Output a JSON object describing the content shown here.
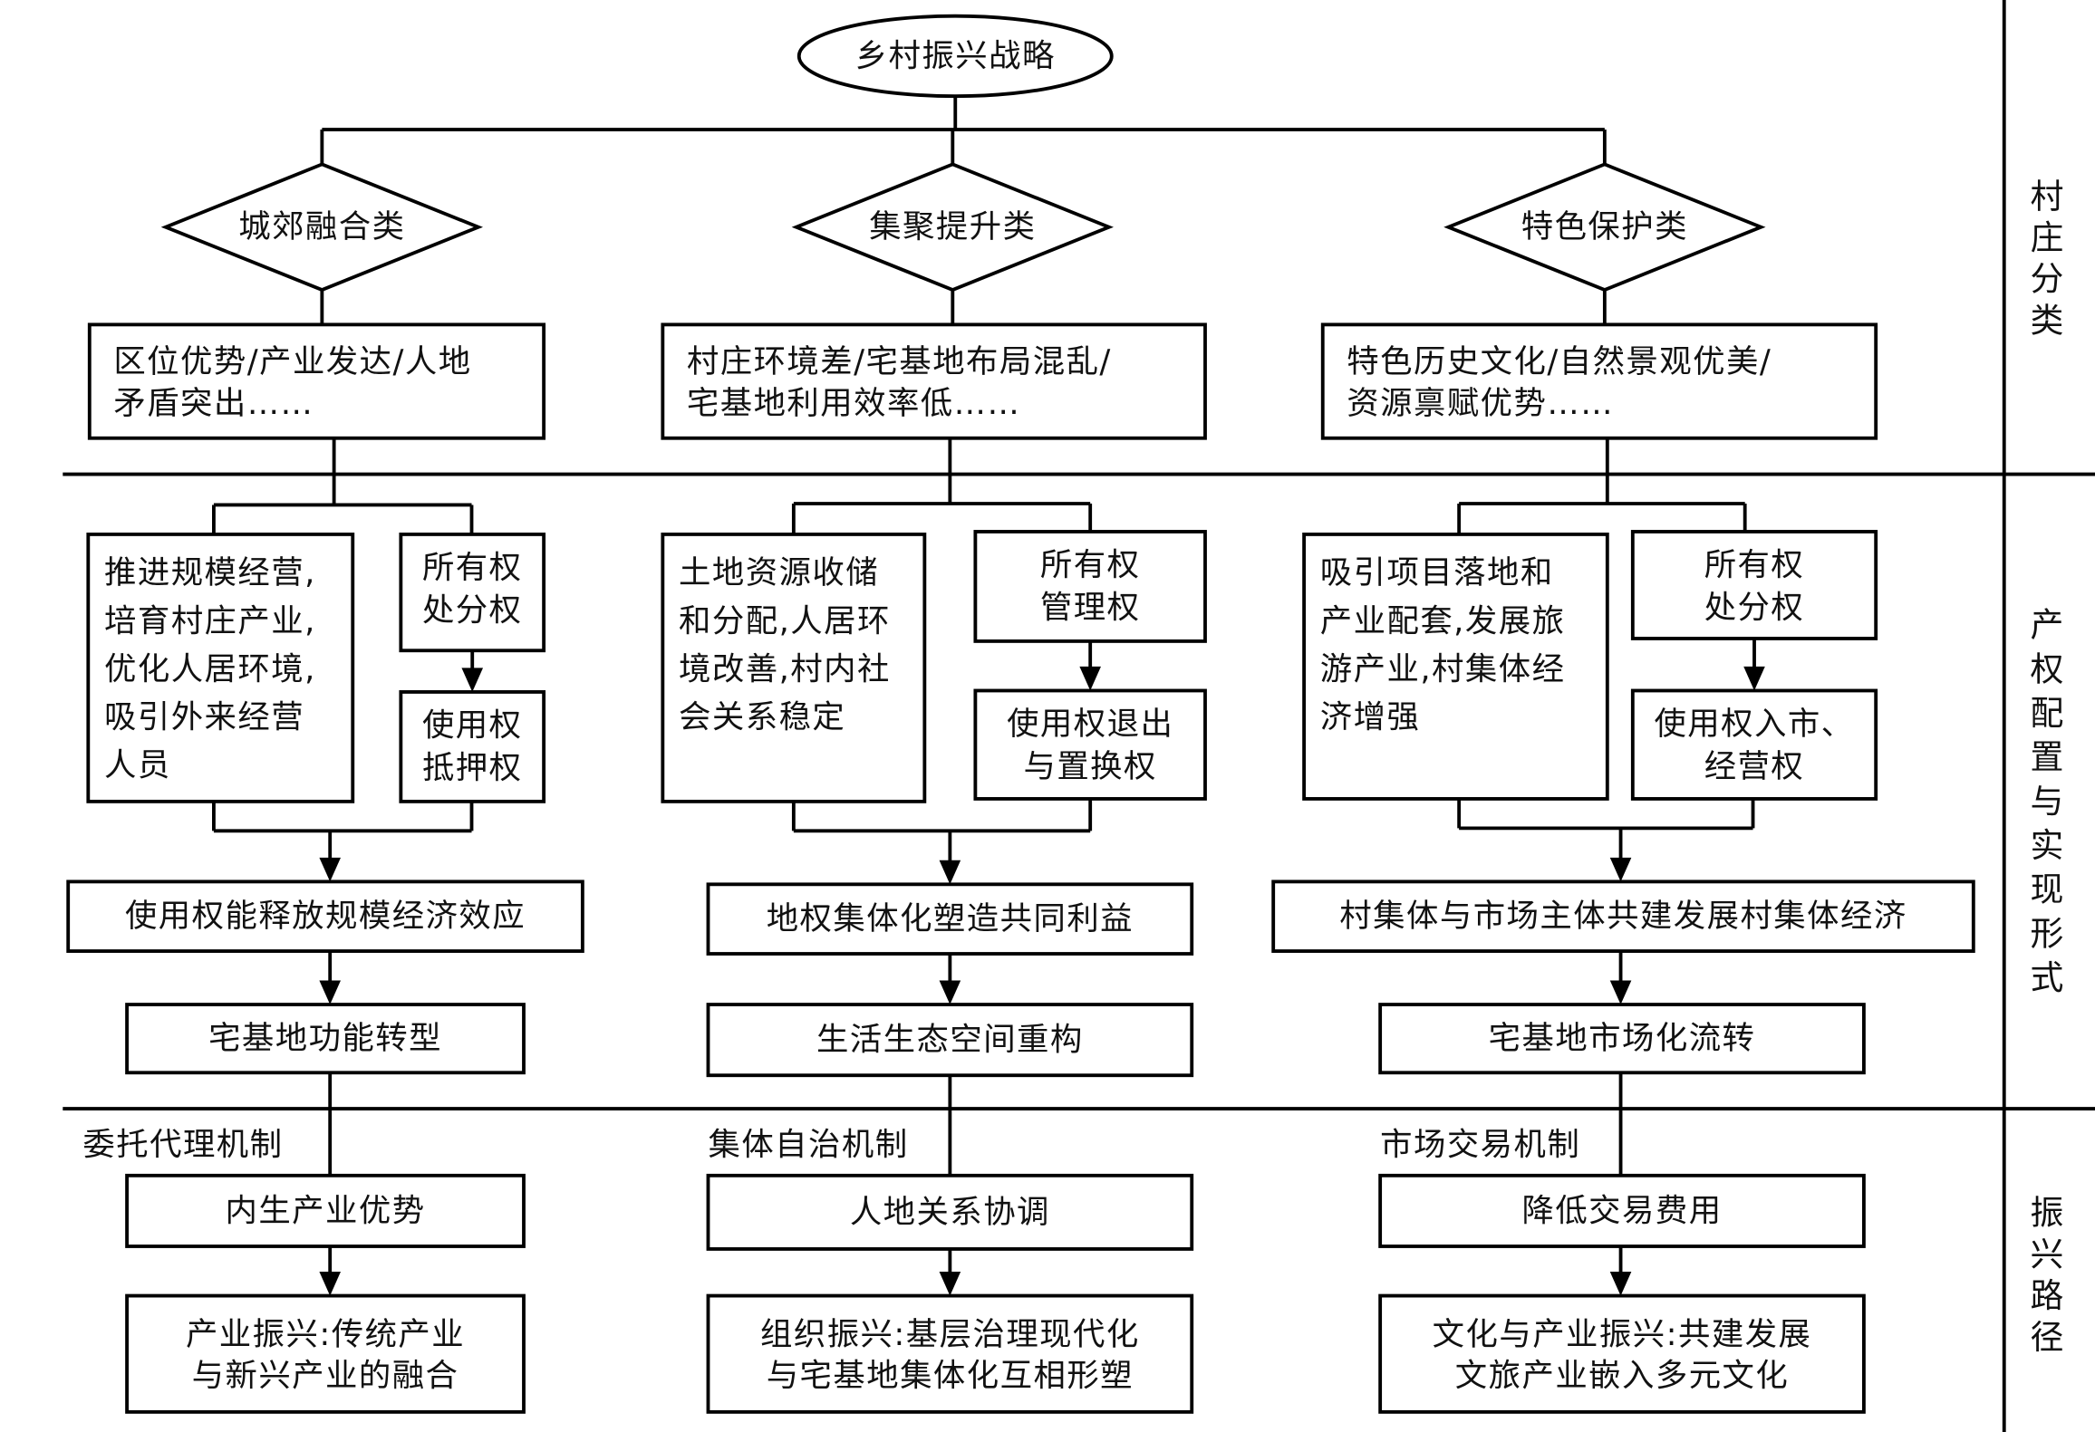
{
  "title": "乡村振兴战略",
  "side_labels": {
    "classification": "村庄分类",
    "property_rights": "产权配置与实现形式",
    "revitalization_path": "振兴路径"
  },
  "columns": [
    {
      "category": "城郊融合类",
      "features": [
        "区位优势/产业发达/人地",
        "矛盾突出……"
      ],
      "goals": [
        "推进规模经营,",
        "培育村庄产业,",
        "优化人居环境,",
        "吸引外来经营",
        "人员"
      ],
      "rights_top": [
        "所有权",
        "处分权"
      ],
      "rights_bottom": [
        "使用权",
        "抵押权"
      ],
      "effect": "使用权能释放规模经济效应",
      "transformation": "宅基地功能转型",
      "mechanism": "委托代理机制",
      "path": "内生产业优势",
      "outcome": [
        "产业振兴:传统产业",
        "与新兴产业的融合"
      ]
    },
    {
      "category": "集聚提升类",
      "features": [
        "村庄环境差/宅基地布局混乱/",
        "宅基地利用效率低……"
      ],
      "goals": [
        "土地资源收储",
        "和分配,人居环",
        "境改善,村内社",
        "会关系稳定"
      ],
      "rights_top": [
        "所有权",
        "管理权"
      ],
      "rights_bottom": [
        "使用权退出",
        "与置换权"
      ],
      "effect": "地权集体化塑造共同利益",
      "transformation": "生活生态空间重构",
      "mechanism": "集体自治机制",
      "path": "人地关系协调",
      "outcome": [
        "组织振兴:基层治理现代化",
        "与宅基地集体化互相形塑"
      ]
    },
    {
      "category": "特色保护类",
      "features": [
        "特色历史文化/自然景观优美/",
        "资源禀赋优势……"
      ],
      "goals": [
        "吸引项目落地和",
        "产业配套,发展旅",
        "游产业,村集体经",
        "济增强"
      ],
      "rights_top": [
        "所有权",
        "处分权"
      ],
      "rights_bottom": [
        "使用权入市、",
        "经营权"
      ],
      "effect": "村集体与市场主体共建发展村集体经济",
      "transformation": "宅基地市场化流转",
      "mechanism": "市场交易机制",
      "path": "降低交易费用",
      "outcome": [
        "文化与产业振兴:共建发展",
        "文旅产业嵌入多元文化"
      ]
    }
  ]
}
